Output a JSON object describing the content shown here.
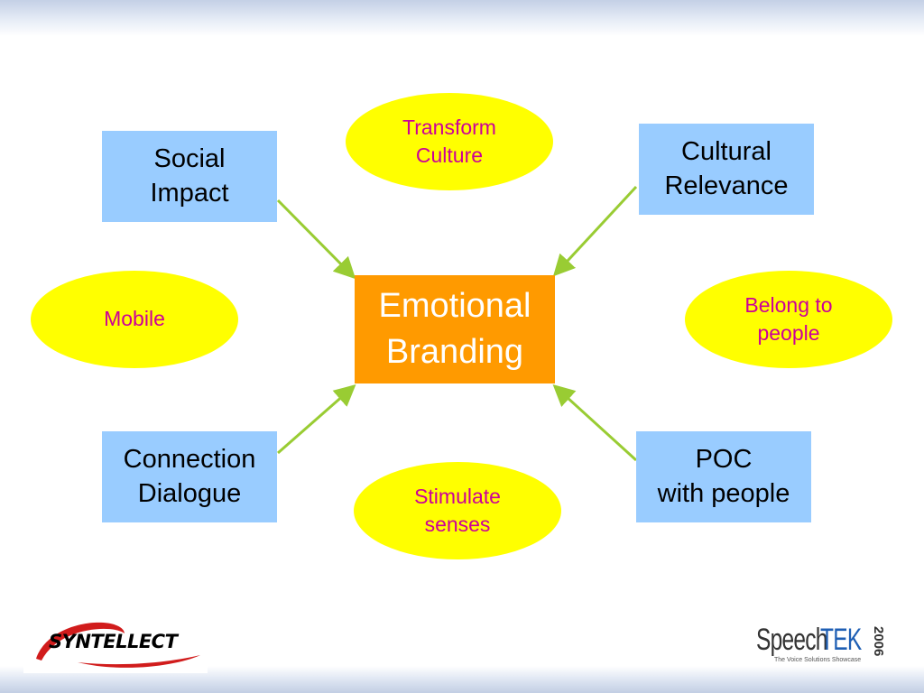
{
  "diagram": {
    "center": {
      "label": "Emotional\nBranding"
    },
    "boxes": {
      "social_impact": "Social\nImpact",
      "cultural_relevance": "Cultural\nRelevance",
      "connection_dialogue": "Connection\nDialogue",
      "poc": "POC\nwith people"
    },
    "ovals": {
      "transform_culture": "Transform\nCulture",
      "mobile": "Mobile",
      "belong_to_people": "Belong to\npeople",
      "stimulate_senses": "Stimulate\nsenses"
    },
    "colors": {
      "box_fill": "#99ccff",
      "center_fill": "#ff9a00",
      "oval_fill": "#ffff00",
      "oval_text": "#cc0099",
      "arrow": "#99cc33"
    }
  },
  "logos": {
    "syntellect": "SYNTELLECT",
    "speech": "Speech",
    "tek": "TEK",
    "year": "2006",
    "tagline": "The Voice Solutions Showcase"
  }
}
